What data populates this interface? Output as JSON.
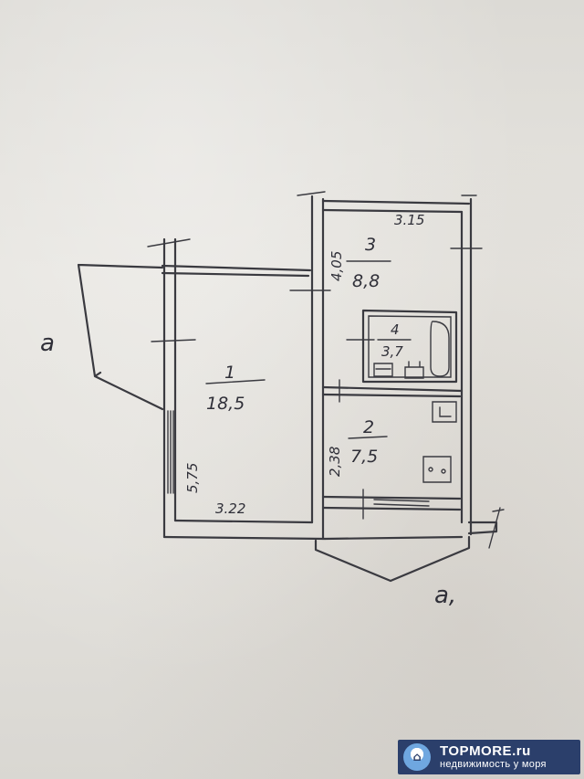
{
  "plan": {
    "labels": {
      "room1_num": "1",
      "room1_area": "18,5",
      "room2_num": "2",
      "room2_area": "7,5",
      "room3_num": "3",
      "room3_area": "8,8",
      "room4_num": "4",
      "room4_area": "3,7",
      "dim_room1_width": "3.22",
      "dim_room1_length": "5,75",
      "dim_room3_width": "3.15",
      "dim_room3_length": "4,05",
      "dim_room2_length": "2,38",
      "balcony_label": "a",
      "loggia_label": "a,"
    }
  },
  "watermark": {
    "brand": "TOPMORE.ru",
    "tagline": "недвижимость у моря",
    "logo_icon": "house-icon"
  }
}
